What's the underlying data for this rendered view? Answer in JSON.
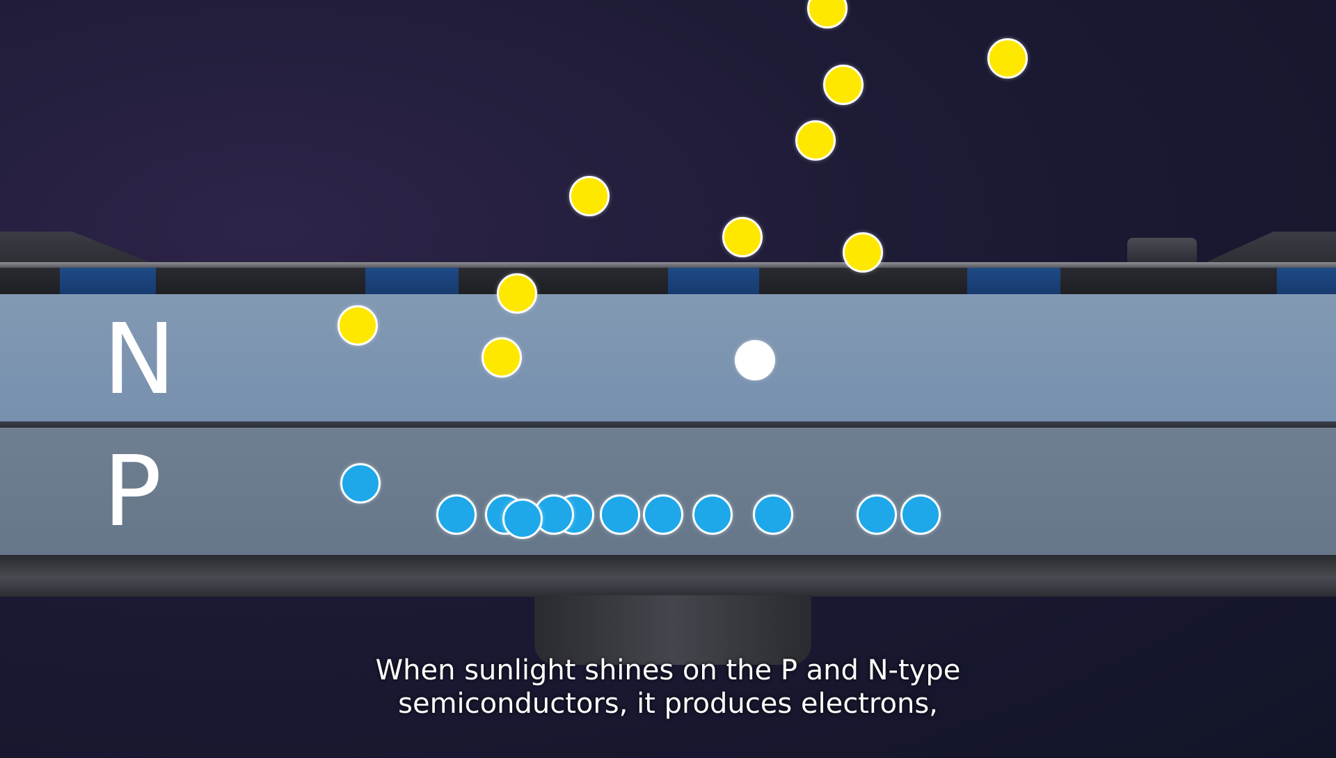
{
  "panel": {
    "n_label": "N",
    "p_label": "P"
  },
  "colors": {
    "photon": "#ffe800",
    "electron": "#ffffff",
    "hole": "#1ea8ea",
    "electrode": "#1e4a86",
    "n_layer": "#7f95b0",
    "p_layer": "#6c7c8e"
  },
  "subtitle": {
    "line1": "When sunlight shines on the P and N-type",
    "line2": "semiconductors, it produces electrons,"
  }
}
